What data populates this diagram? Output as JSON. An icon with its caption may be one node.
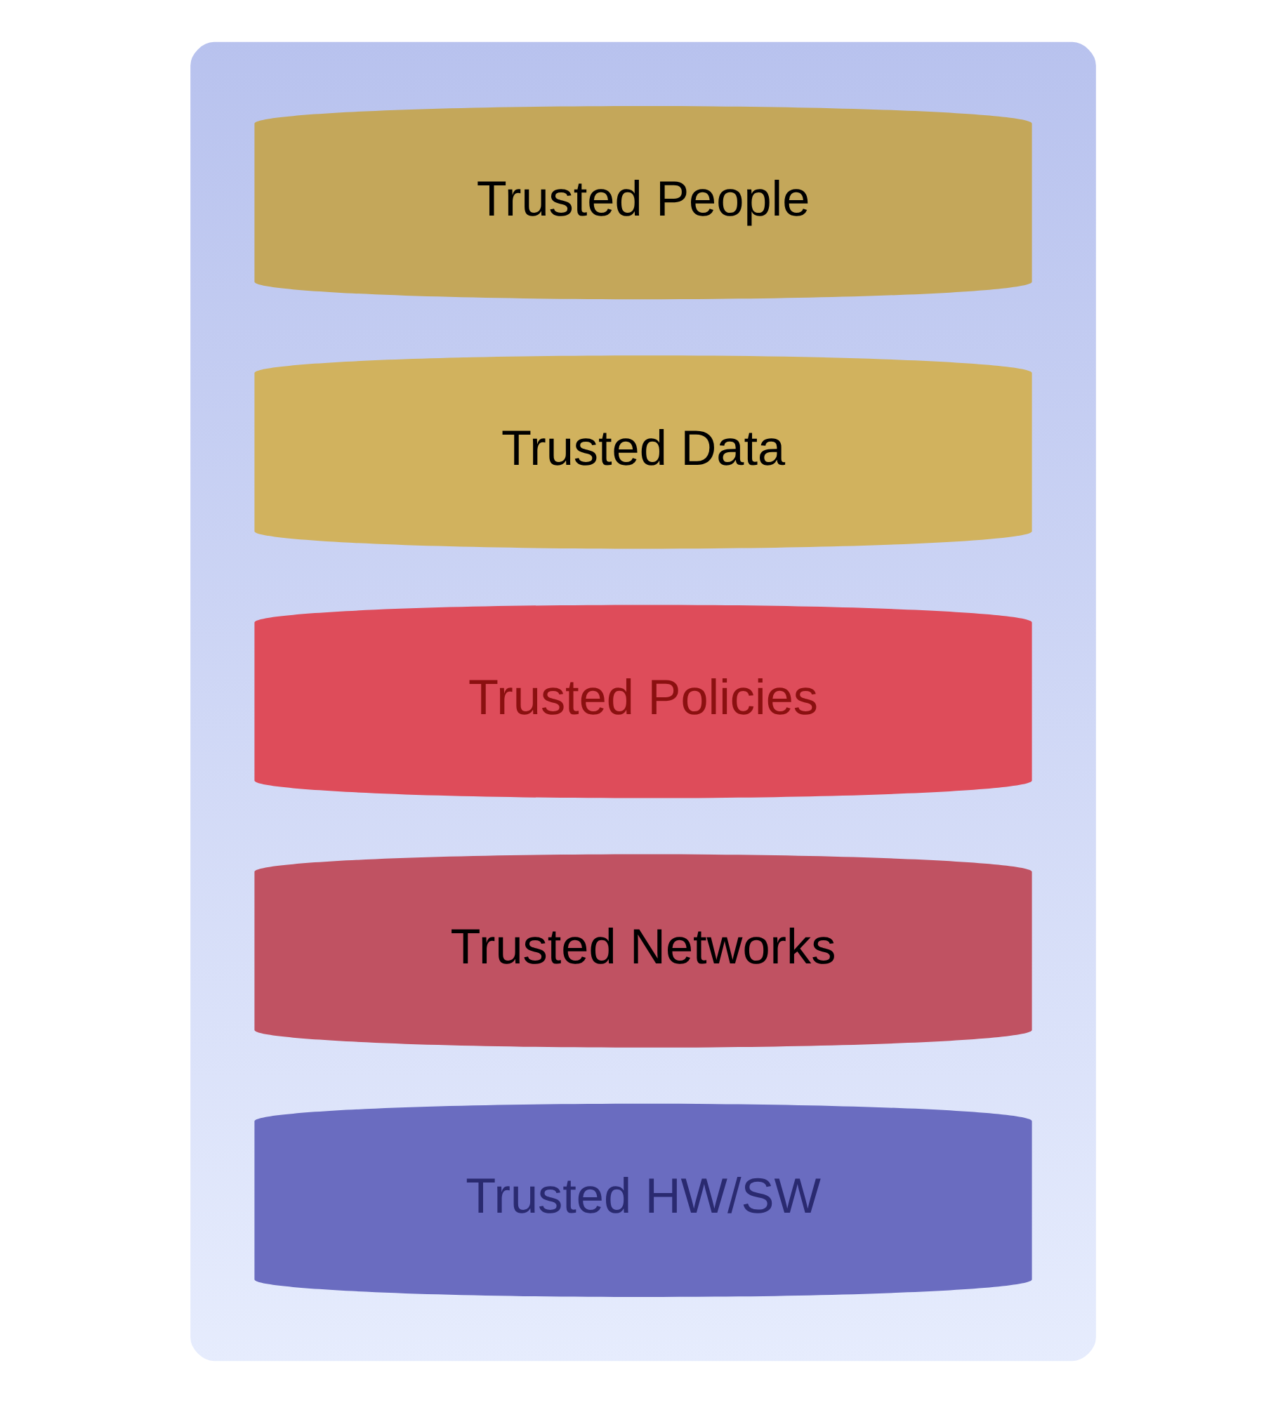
{
  "diagram": {
    "nodes": [
      {
        "text": [],
        "shape": "box"
      },
      {
        "text": [
          "Trusted People"
        ],
        "in": 0
      },
      {
        "text": [
          "Trusted Data"
        ],
        "in": 0
      },
      {
        "text": [
          "Trusted Policies"
        ],
        "in": 0
      },
      {
        "text": [
          "Trusted Networks"
        ],
        "in": 0
      },
      {
        "text": [
          "Trusted HW/SW"
        ],
        "in": 0
      }
    ],
    "edges": []
  }
}
